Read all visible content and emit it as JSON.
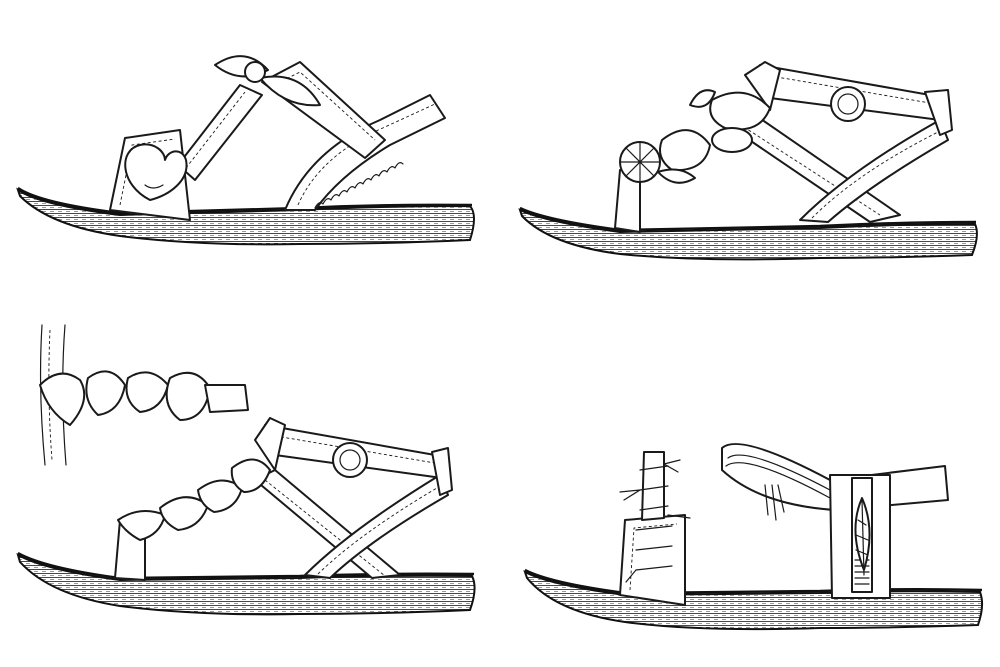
{
  "sheet": {
    "background": "#ffffff",
    "ink": "#1a1a1a"
  },
  "sketches": [
    {
      "id": "cherry",
      "motif": "cherry-heart-icon"
    },
    {
      "id": "fruit",
      "motif": "strawberry-lemon-icon"
    },
    {
      "id": "hearts",
      "motif": "heart-chain-icon"
    },
    {
      "id": "feather",
      "motif": "feather-tassel-icon"
    }
  ]
}
